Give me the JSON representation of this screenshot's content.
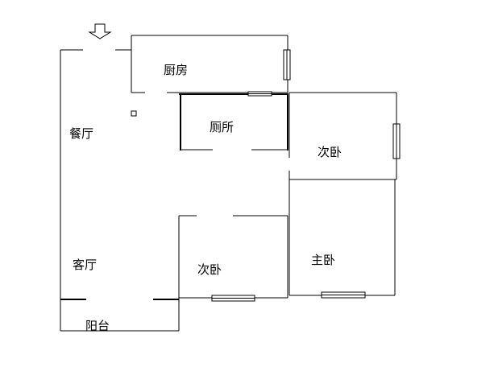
{
  "colors": {
    "wall": "#000000",
    "background": "#ffffff"
  },
  "entrance": {
    "icon": "down-arrow-icon"
  },
  "rooms": {
    "kitchen": "厨房",
    "toilet": "厕所",
    "dining": "餐厅",
    "living": "客厅",
    "second_bedroom_right": "次卧",
    "second_bedroom_bottom": "次卧",
    "master_bedroom": "主卧",
    "balcony": "阳台"
  }
}
